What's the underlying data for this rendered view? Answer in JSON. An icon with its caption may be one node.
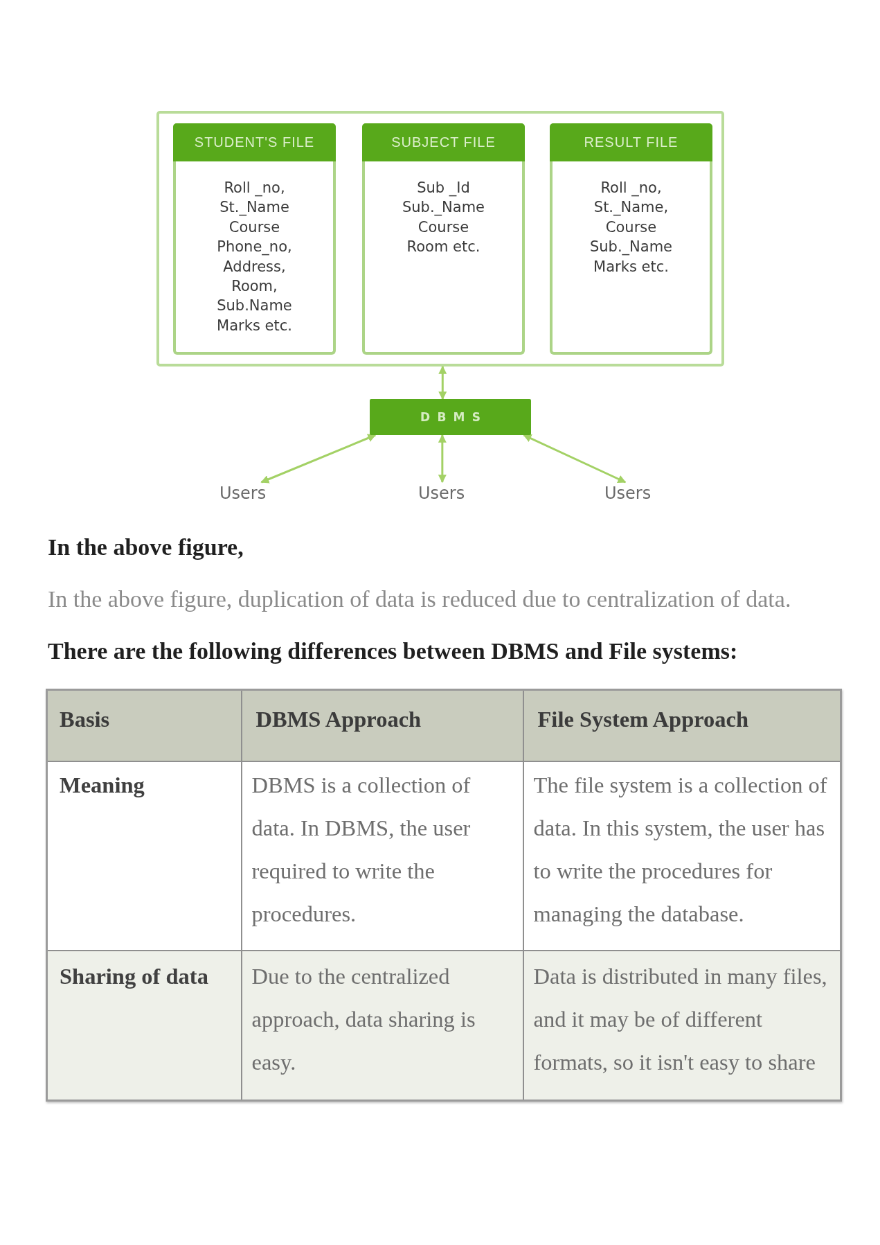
{
  "diagram": {
    "nodes": [
      {
        "text": [],
        "shape": "box"
      },
      {
        "text": [
          "STUDENT'S FILE",
          "Roll _no,",
          "St._Name",
          "Course",
          "Phone_no,",
          "Address,",
          "Room,",
          "Sub.Name",
          "Marks etc."
        ],
        "in": 0
      },
      {
        "text": [
          "SUBJECT FILE",
          "Sub _Id",
          "Sub._Name",
          "Course",
          "Room etc."
        ],
        "in": 0
      },
      {
        "text": [
          "RESULT FILE",
          "Roll _no,",
          "St._Name,",
          "Course",
          "Sub._Name",
          "Marks etc."
        ],
        "in": 0
      },
      {
        "text": [
          "DBMS"
        ]
      },
      {
        "text": [
          "Users"
        ]
      },
      {
        "text": [
          "Users"
        ]
      },
      {
        "text": [
          "Users"
        ]
      }
    ],
    "edges": [
      {
        "from": 0,
        "to": 4,
        "arrow": "both"
      },
      {
        "from": 4,
        "to": 5,
        "arrow": "both"
      },
      {
        "from": 4,
        "to": 6,
        "arrow": "both"
      },
      {
        "from": 4,
        "to": 7,
        "arrow": "both"
      }
    ],
    "labels": [
      "In the above figure,",
      "In the above figure, duplication of data is reduced due to centralization of data.",
      "There are the following differences between DBMS and File systems:",
      "Basis",
      "DBMS Approach",
      "File System Approach",
      "Meaning",
      "DBMS is a collection of data. In DBMS, the user required to write the procedures.",
      "The file system is a collection of data. In this system, the user has to write the procedures for managing the database.",
      "Sharing of data",
      "Due to the centralized approach, data sharing is easy.",
      "Data is distributed in many files, and it may be of different formats, so it isn't easy to share"
    ]
  }
}
